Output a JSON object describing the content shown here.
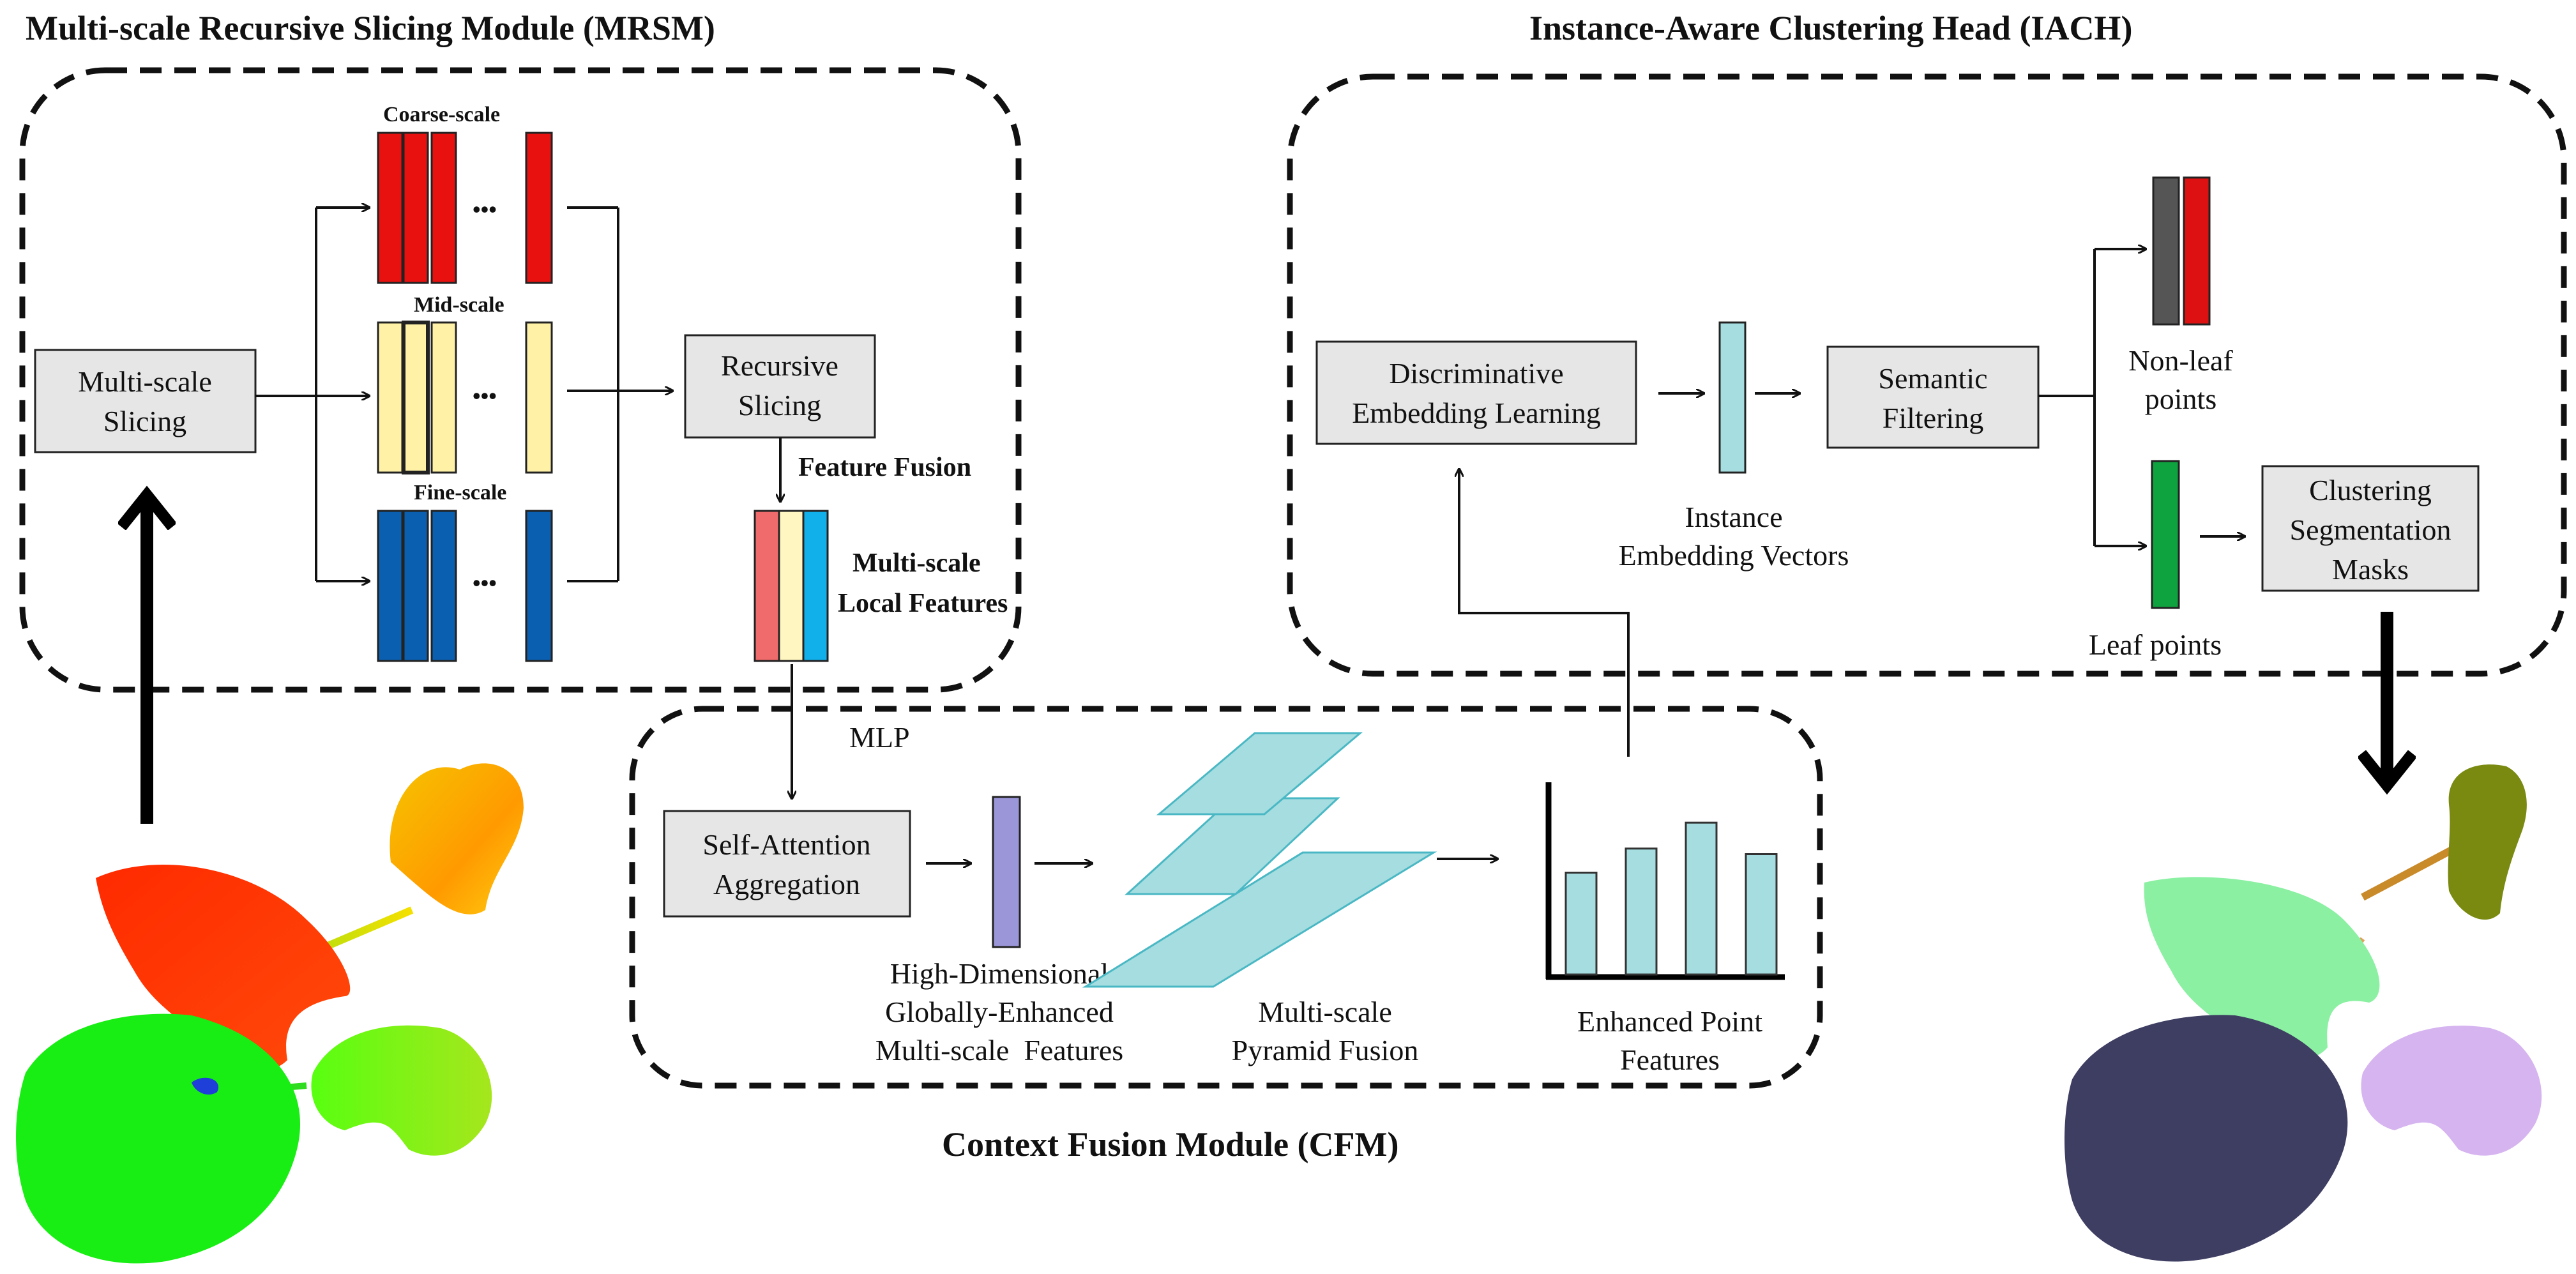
{
  "modules": {
    "mrsm_title": "Multi-scale Recursive Slicing Module (MRSM)",
    "iach_title": "Instance-Aware Clustering Head (IACH)",
    "cfm_title": "Context Fusion Module (CFM)"
  },
  "mrsm": {
    "slicing_box": [
      "Multi-scale",
      "Slicing"
    ],
    "coarse_label": "Coarse-scale",
    "mid_label": "Mid-scale",
    "fine_label": "Fine-scale",
    "ellipsis": "•••",
    "recursive_box": [
      "Recursive",
      "Slicing"
    ],
    "feature_fusion": "Feature Fusion",
    "local_features": [
      "Multi-scale",
      "Local Features"
    ]
  },
  "cfm": {
    "mlp": "MLP",
    "self_attention_box": [
      "Self-Attention",
      "Aggregation"
    ],
    "high_dim_features": [
      "High-Dimensional",
      "Globally-Enhanced",
      "Multi-scale  Features"
    ],
    "pyramid_fusion": [
      "Multi-scale",
      "Pyramid Fusion"
    ],
    "enhanced_features": [
      "Enhanced Point",
      "Features"
    ]
  },
  "iach": {
    "embedding_box": [
      "Discriminative",
      "Embedding Learning"
    ],
    "embedding_vectors": [
      "Instance",
      "Embedding Vectors"
    ],
    "semantic_box": [
      "Semantic",
      "Filtering"
    ],
    "non_leaf": [
      "Non-leaf",
      "points"
    ],
    "leaf": "Leaf points",
    "clustering_box": [
      "Clustering",
      "Segmentation",
      "Masks"
    ]
  },
  "colors": {
    "coarse": "#e8110f",
    "mid": "#fff2a6",
    "fine": "#0b5fb0",
    "fused": [
      "#f06b6b",
      "#fff6c2",
      "#12b0ea"
    ],
    "attention_vector": "#9a96d8",
    "cyan": "#a5dde0",
    "non_leaf": [
      "#555555",
      "#dd1111"
    ],
    "leaf": "#0fa33f",
    "box_fill": "#e6e6e6"
  },
  "chart": {
    "bar_values": [
      55,
      68,
      82,
      65
    ]
  }
}
